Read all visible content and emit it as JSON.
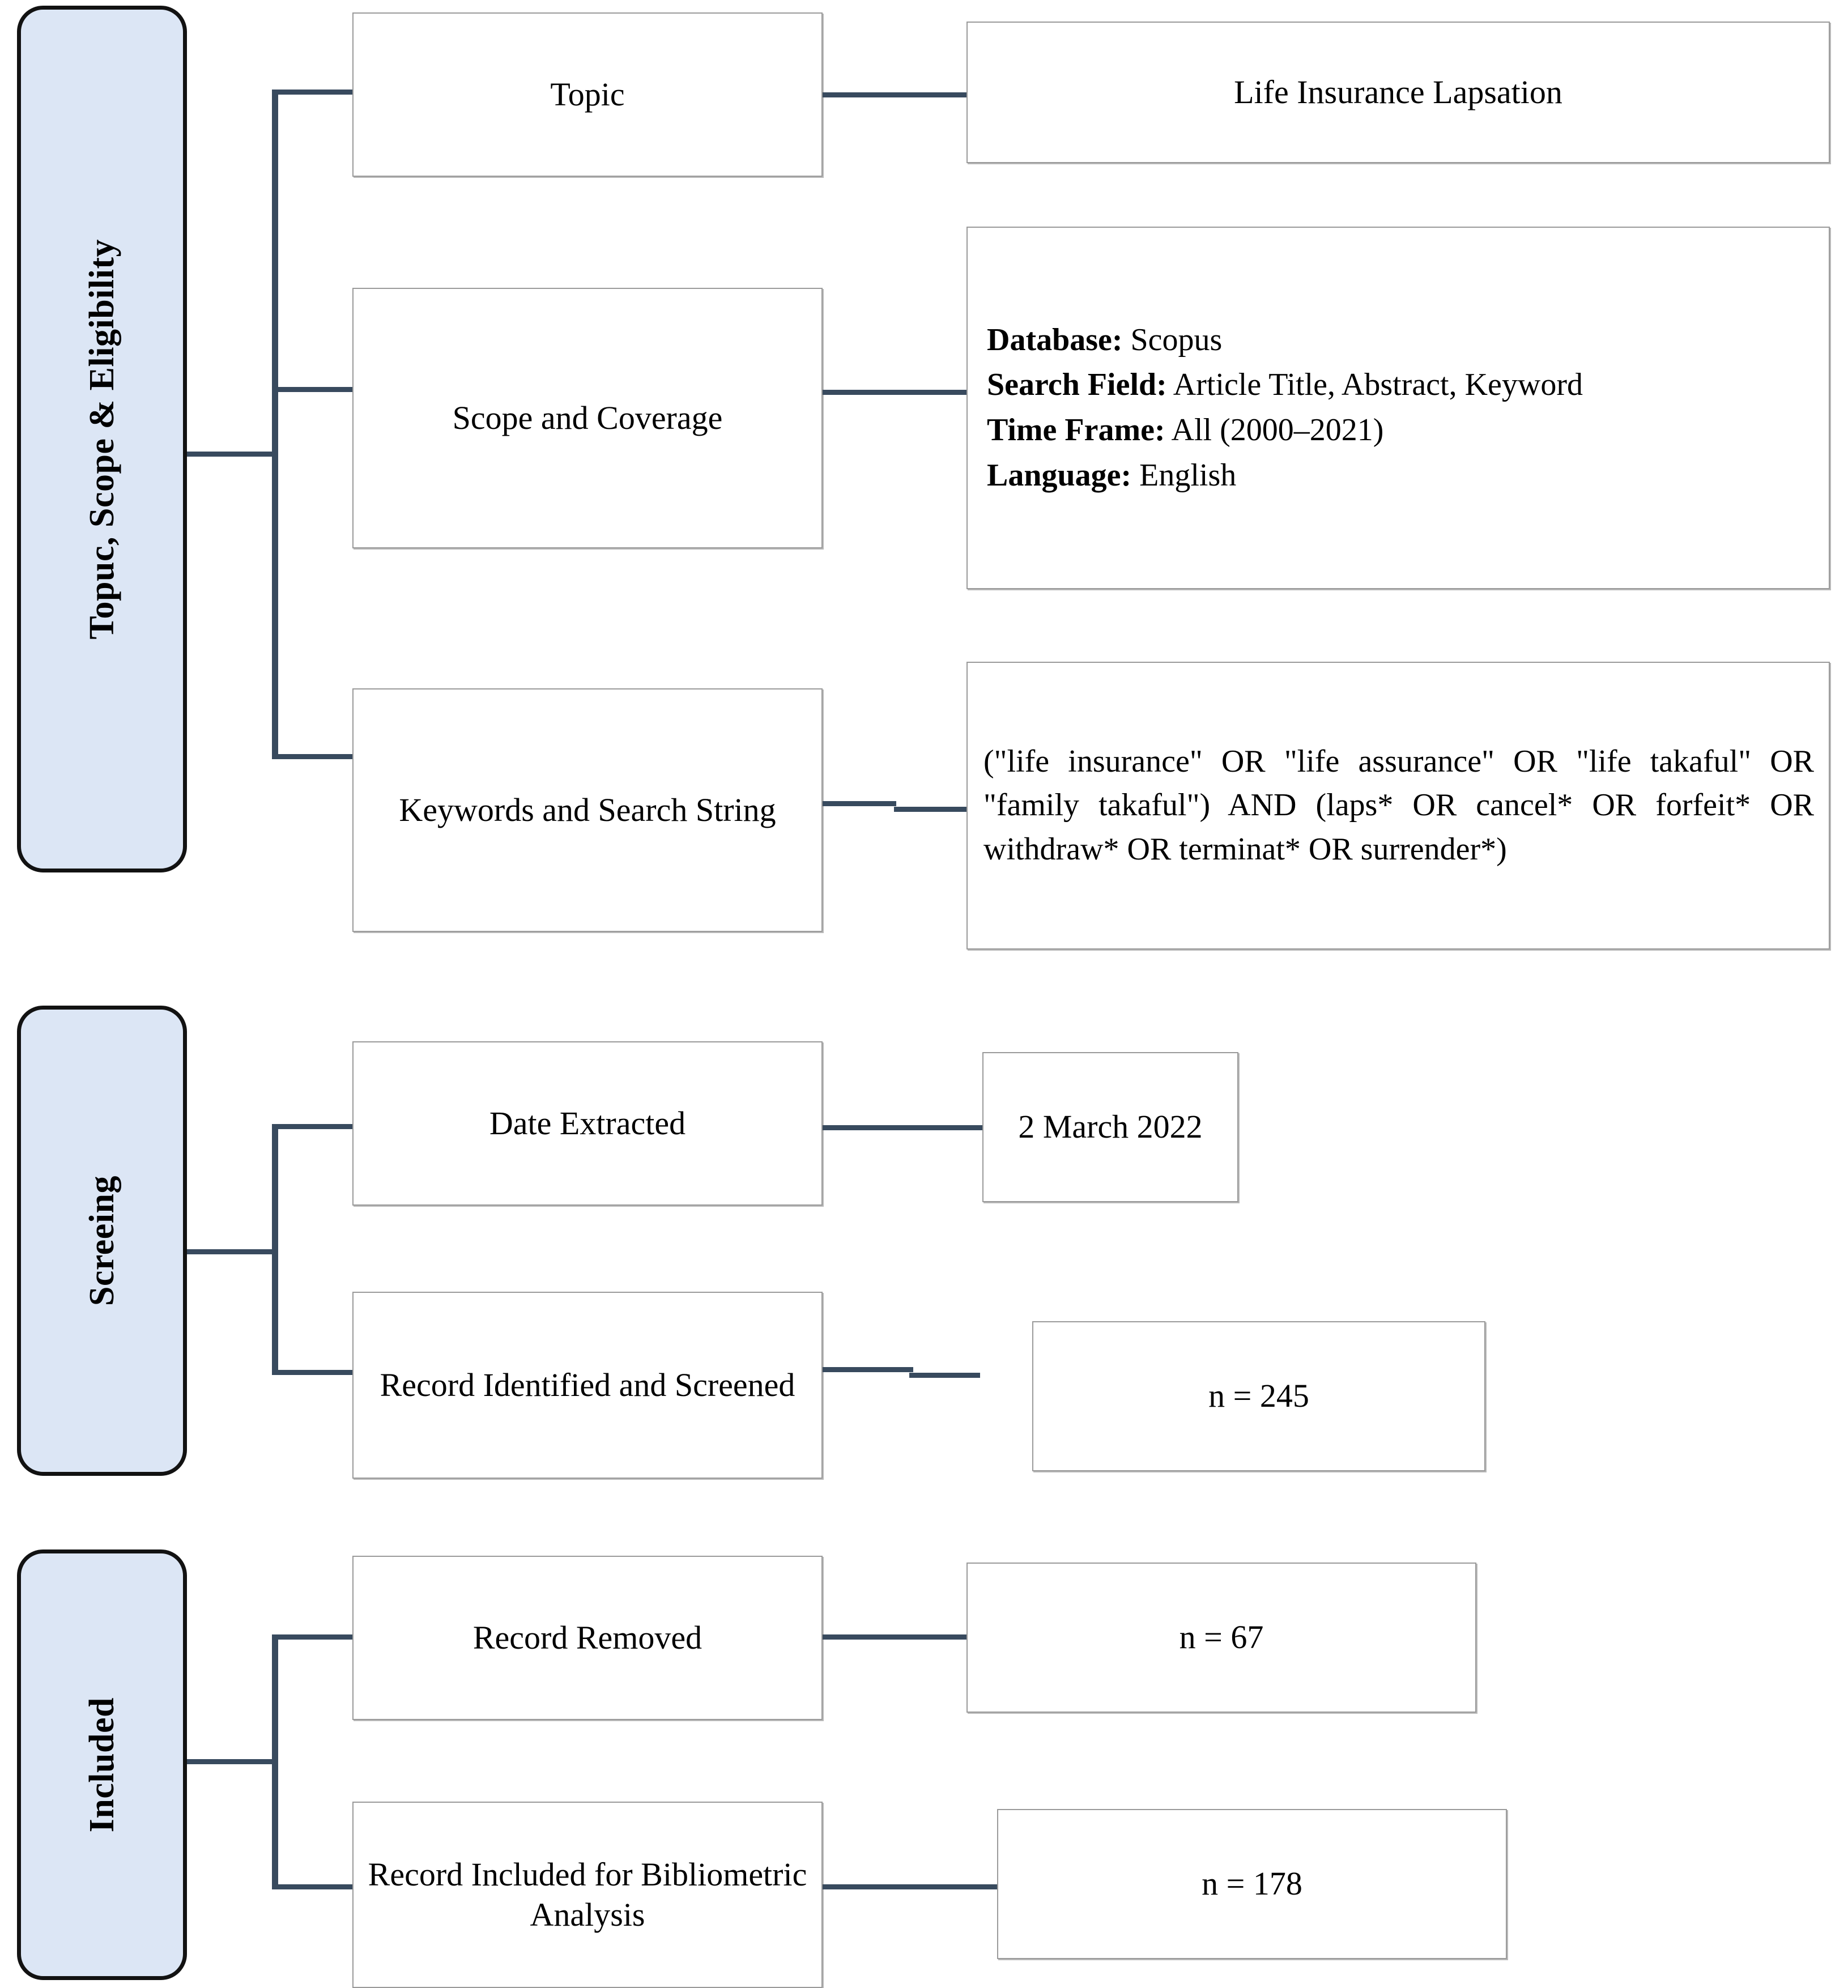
{
  "diagram": {
    "title_hidden": "",
    "colors": {
      "stage_fill": "#dce6f5",
      "stage_border": "#121212",
      "connector": "#384a5e",
      "node_border": "#9a9a9a",
      "node_fill": "#ffffff",
      "text": "#000000"
    }
  },
  "stages": [
    {
      "id": "stage-1",
      "label": "Topuc, Scope & Eligibility"
    },
    {
      "id": "stage-2",
      "label": "Screeing"
    },
    {
      "id": "stage-3",
      "label": "Included"
    }
  ],
  "rows": [
    {
      "id": "row-topic",
      "criterion": "Topic",
      "value": "Life Insurance Lapsation"
    },
    {
      "id": "row-scope",
      "criterion": "Scope and Coverage",
      "details": [
        {
          "key": "Database:",
          "value": " Scopus"
        },
        {
          "key": "Search Field:",
          "value": " Article Title, Abstract, Keyword"
        },
        {
          "key": "Time Frame:",
          "value": " All (2000–2021)"
        },
        {
          "key": "Language:",
          "value": " English"
        }
      ]
    },
    {
      "id": "row-keywords",
      "criterion": "Keywords and Search String",
      "query": "(\"life insurance\" OR \"life assurance\" OR \"life takaful\" OR \"family takaful\") AND (laps* OR cancel* OR forfeit* OR withdraw* OR terminat* OR surrender*)"
    },
    {
      "id": "row-date",
      "criterion": "Date Extracted",
      "value": "2 March 2022"
    },
    {
      "id": "row-identified",
      "criterion": "Record Identified and Screened",
      "value": "n = 245"
    },
    {
      "id": "row-removed",
      "criterion": "Record Removed",
      "value": "n = 67"
    },
    {
      "id": "row-included",
      "criterion": "Record Included for Bibliometric Analysis",
      "value": "n = 178"
    }
  ]
}
